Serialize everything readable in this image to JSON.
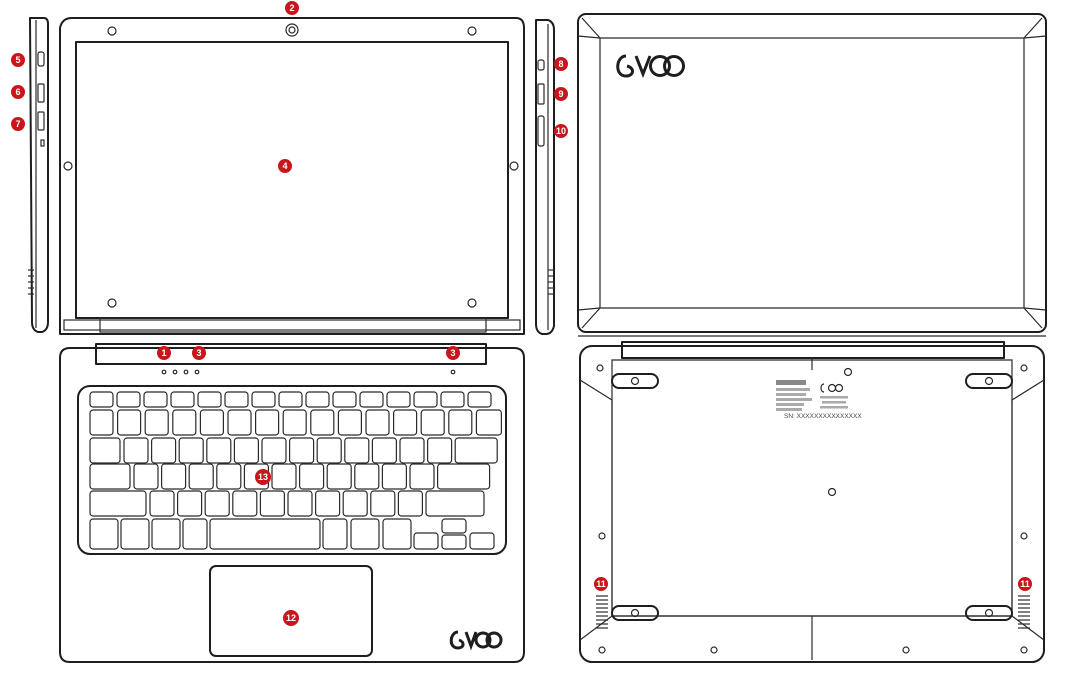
{
  "brand": {
    "name": "evoo"
  },
  "callouts": [
    "1",
    "2",
    "3",
    "4",
    "5",
    "6",
    "7",
    "8",
    "9",
    "10",
    "11",
    "12",
    "13"
  ],
  "bottom_label": {
    "serial": "SN: XXXXXXXXXXXXXXX"
  },
  "colors": {
    "callout": "#c8161c",
    "line": "#1e1e1e",
    "background": "#ffffff"
  }
}
